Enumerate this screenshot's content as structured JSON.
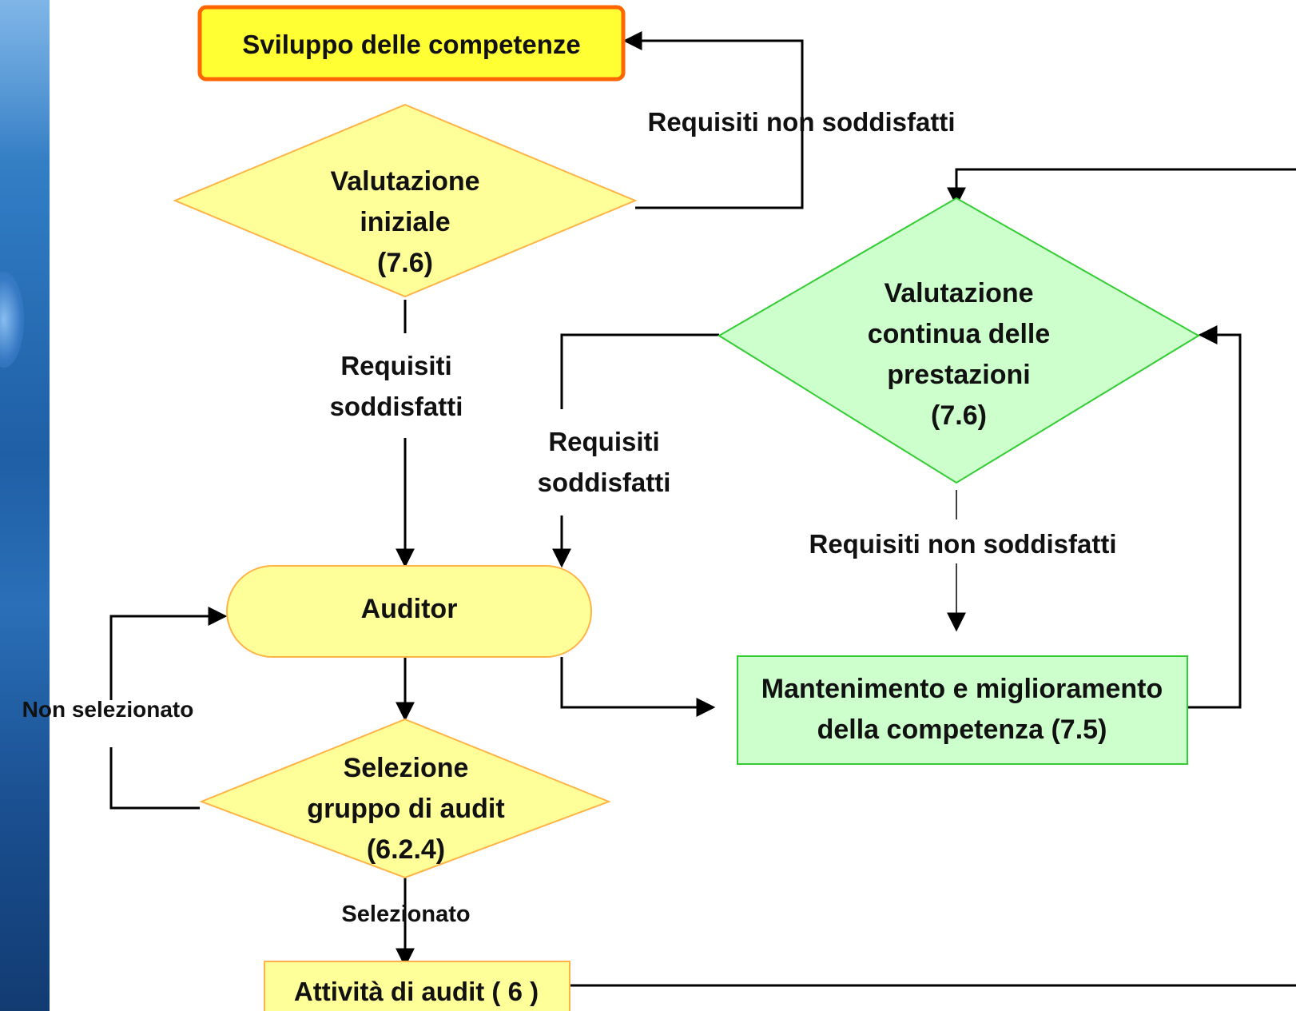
{
  "nodes": {
    "sviluppo": {
      "text": "Sviluppo delle competenze"
    },
    "valutazione_iniziale": {
      "lines": [
        "Valutazione",
        "iniziale",
        "(7.6)"
      ]
    },
    "auditor": {
      "text": "Auditor"
    },
    "selezione": {
      "lines": [
        "Selezione",
        "gruppo di audit",
        "(6.2.4)"
      ]
    },
    "attivita": {
      "text": "Attività di audit ( 6 )"
    },
    "valutazione_continua": {
      "lines": [
        "Valutazione",
        "continua delle",
        "prestazioni",
        "(7.6)"
      ]
    },
    "mantenimento": {
      "lines": [
        "Mantenimento e miglioramento",
        "della competenza (7.5)"
      ]
    }
  },
  "edge_labels": {
    "non_soddisfatti_top": "Requisiti non soddisfatti",
    "soddisfatti_left": [
      "Requisiti",
      "soddisfatti"
    ],
    "soddisfatti_mid": [
      "Requisiti",
      "soddisfatti"
    ],
    "non_soddisfatti_right": "Requisiti non soddisfatti",
    "non_selezionato": "Non selezionato",
    "selezionato": "Selezionato"
  },
  "colors": {
    "yellow_fill": "#ffff99",
    "orange_border": "#ff6600",
    "light_orange_border": "#ffb347",
    "green_fill": "#ccffcc",
    "green_border": "#33cc33",
    "line": "#000000",
    "sidebar_blue": "#2f7ac2"
  }
}
